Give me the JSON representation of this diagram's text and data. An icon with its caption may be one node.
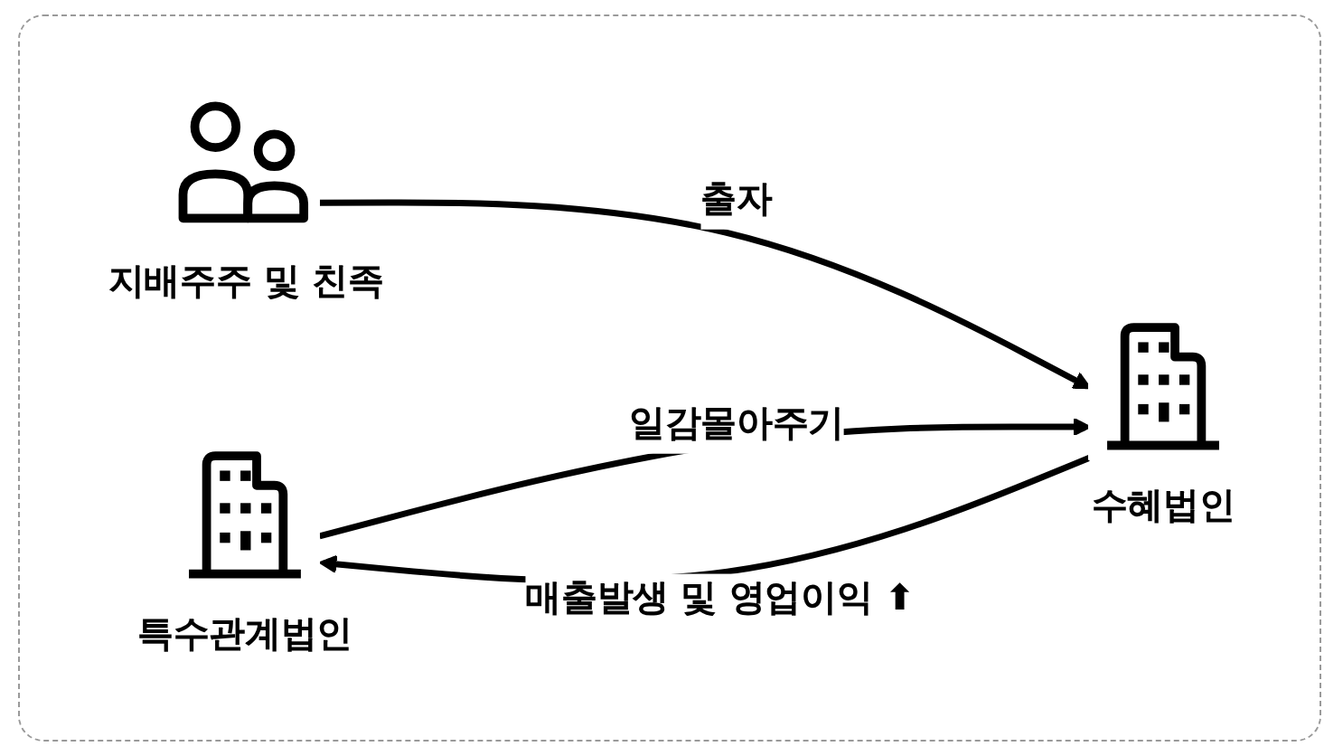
{
  "diagram": {
    "nodes": [
      {
        "text": [
          "지배주주 및 친족"
        ]
      },
      {
        "text": [
          "수혜법인"
        ]
      },
      {
        "text": [
          "특수관계법인"
        ]
      }
    ],
    "edges": [
      {
        "from": 0,
        "to": 1,
        "arrow": "to",
        "label": "출자"
      },
      {
        "from": 2,
        "to": 1,
        "arrow": "to",
        "label": "일감몰아주기"
      },
      {
        "from": 1,
        "to": 2,
        "arrow": "to",
        "label": "매출발생 및 영업이익 ⬆"
      }
    ]
  }
}
